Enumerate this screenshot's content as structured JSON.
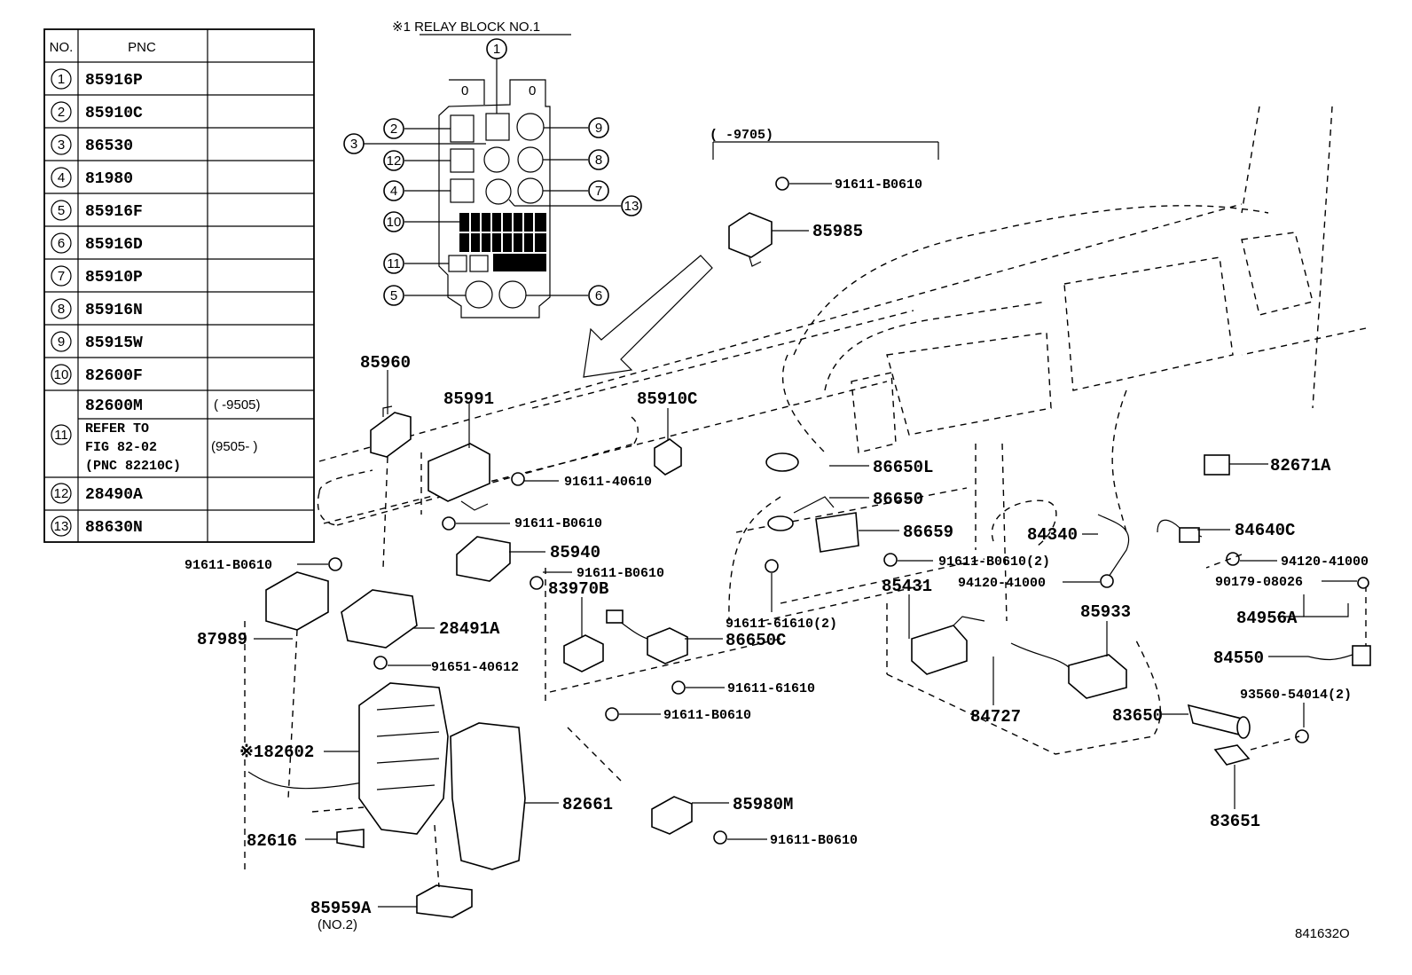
{
  "relay_block_title": "※1 RELAY BLOCK NO.1",
  "relay_block_zero_left": "0",
  "relay_block_zero_right": "0",
  "date_range_top": "(      -9705)",
  "figure_number": "841632O",
  "table": {
    "header_no": "NO.",
    "header_pnc": "PNC",
    "rows": [
      {
        "no": "1",
        "pnc": "85916P",
        "note": ""
      },
      {
        "no": "2",
        "pnc": "85910C",
        "note": ""
      },
      {
        "no": "3",
        "pnc": "86530",
        "note": ""
      },
      {
        "no": "4",
        "pnc": "81980",
        "note": ""
      },
      {
        "no": "5",
        "pnc": "85916F",
        "note": ""
      },
      {
        "no": "6",
        "pnc": "85916D",
        "note": ""
      },
      {
        "no": "7",
        "pnc": "85910P",
        "note": ""
      },
      {
        "no": "8",
        "pnc": "85916N",
        "note": ""
      },
      {
        "no": "9",
        "pnc": "85915W",
        "note": ""
      },
      {
        "no": "10",
        "pnc": "82600F",
        "note": ""
      }
    ],
    "row11": {
      "no": "11",
      "pnc_a": "82600M",
      "note_a": "(      -9505)",
      "refer_line1": "REFER TO",
      "refer_line2": "FIG 82-02",
      "refer_line3": "(PNC 82210C)",
      "note_b": "(9505-      )"
    },
    "rows_tail": [
      {
        "no": "12",
        "pnc": "28490A",
        "note": ""
      },
      {
        "no": "13",
        "pnc": "88630N",
        "note": ""
      }
    ]
  },
  "relay_callouts": [
    "1",
    "2",
    "3",
    "12",
    "4",
    "10",
    "11",
    "5",
    "9",
    "8",
    "7",
    "13",
    "6"
  ],
  "labels": {
    "p85960": "85960",
    "p85991": "85991",
    "p85910C": "85910C",
    "p91611_40610": "91611-40610",
    "p91611_B0610_a": "91611-B0610",
    "p85940": "85940",
    "p91611_B0610_b": "91611-B0610",
    "p91611_B0610_c": "91611-B0610",
    "p87989": "87989",
    "p28491A": "28491A",
    "p91651_40612": "91651-40612",
    "p83970B": "83970B",
    "p86650C": "86650C",
    "p91611_61610": "91611-61610",
    "p91611_B0610_d": "91611-B0610",
    "p82602": "※182602",
    "p82661": "82661",
    "p82616": "82616",
    "p85980M": "85980M",
    "p91611_B0610_e": "91611-B0610",
    "p85959A": "85959A",
    "p85959A_sub": "(NO.2)",
    "p91611_B0610_top": "91611-B0610",
    "p85985": "85985",
    "p86650L": "86650L",
    "p86650": "86650",
    "p86659": "86659",
    "p91611_B0610_2": "91611-B0610(2)",
    "p91611_61610_2": "91611-61610(2)",
    "p85431": "85431",
    "p84340": "84340",
    "p94120_41000_a": "94120-41000",
    "p85933": "85933",
    "p84727": "84727",
    "p82671A": "82671A",
    "p84640C": "84640C",
    "p94120_41000_b": "94120-41000",
    "p90179_08026": "90179-08026",
    "p84956A": "84956A",
    "p84550": "84550",
    "p93560_54014": "93560-54014(2)",
    "p83650": "83650",
    "p83651": "83651"
  }
}
